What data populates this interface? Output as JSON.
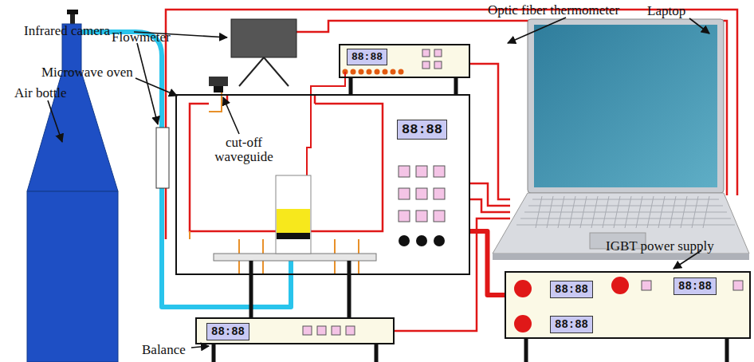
{
  "diagram": {
    "nodes": [
      {
        "text": [
          "88:88"
        ]
      },
      {
        "text": [
          "88:88"
        ]
      },
      {
        "text": [
          "88:88"
        ]
      },
      {
        "text": [
          "88:88",
          "88:88",
          "88:88"
        ]
      }
    ],
    "edges": [
      {
        "from": 1,
        "to": 3,
        "arrow": "none"
      }
    ],
    "labels": [
      "Infrared camera",
      "Optic fiber thermometer",
      "Laptop",
      "Microwave oven",
      "cut-off waveguide",
      "Flowmeter",
      "Air bottle",
      "IGBT power supply",
      "Balance"
    ]
  }
}
